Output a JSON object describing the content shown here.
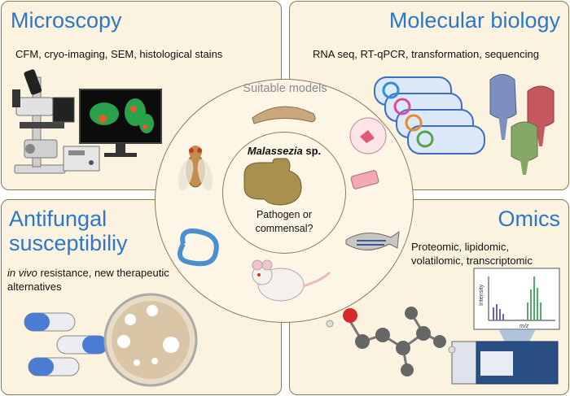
{
  "microscopy": {
    "title": "Microscopy",
    "desc": "CFM, cryo-imaging, SEM, histological stains"
  },
  "molecular_biology": {
    "title": "Molecular biology",
    "desc": "RNA seq, RT-qPCR, transformation, sequencing"
  },
  "antifungal": {
    "title_line1": "Antifungal",
    "title_line2": "susceptibiliy",
    "desc_italic": "in vivo",
    "desc_rest": " resistance, new therapeutic",
    "desc_line2": "alternatives"
  },
  "omics": {
    "title": "Omics",
    "desc_line1": "Proteomic, lipidomic,",
    "desc_line2": "volatilomic, transcriptomic",
    "chart_ylabel": "Intensity",
    "chart_xlabel": "m/z"
  },
  "center": {
    "models_label": "Suitable models",
    "organism_bold": "Malassezia",
    "organism_rest": " sp.",
    "question_line1": "Pathogen or",
    "question_line2": "commensal?"
  },
  "colors": {
    "title_blue": "#2b77c9",
    "panel_bg": "#fbf3df",
    "border": "#8a7a5a"
  }
}
